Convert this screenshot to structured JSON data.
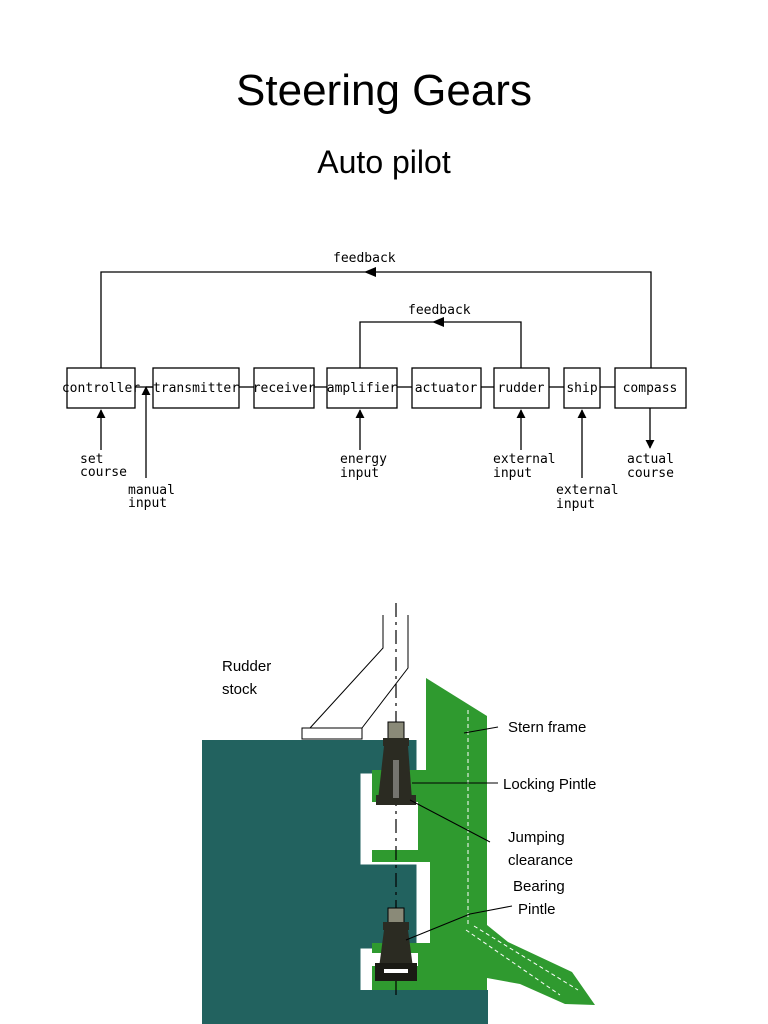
{
  "slide": {
    "title": "Steering Gears",
    "subtitle": "Auto pilot"
  },
  "block_diagram": {
    "blocks": [
      "controller",
      "transmitter",
      "receiver",
      "amplifier",
      "actuator",
      "rudder",
      "ship",
      "compass"
    ],
    "feedback_outer": "feedback",
    "feedback_inner": "feedback",
    "inputs": {
      "set_course": [
        "set",
        "course"
      ],
      "manual_input": [
        "manual",
        "input"
      ],
      "energy_input": [
        "energy",
        "input"
      ],
      "external_input_rudder": [
        "external",
        "input"
      ],
      "external_input_ship": [
        "external",
        "input"
      ],
      "actual_course": [
        "actual",
        "course"
      ]
    }
  },
  "rudder_diagram": {
    "labels": {
      "rudder_stock": [
        "Rudder",
        "stock"
      ],
      "stern_frame": "Stern frame",
      "locking_pintle": "Locking Pintle",
      "jumping_clearance": [
        "Jumping",
        "clearance"
      ],
      "bearing_pintle": [
        "Bearing",
        "Pintle"
      ]
    },
    "colors": {
      "rudder": "#22625f",
      "stern_frame": "#2f9a2f",
      "pintle": "#2b2b22",
      "nut": "#8a8a78"
    }
  }
}
